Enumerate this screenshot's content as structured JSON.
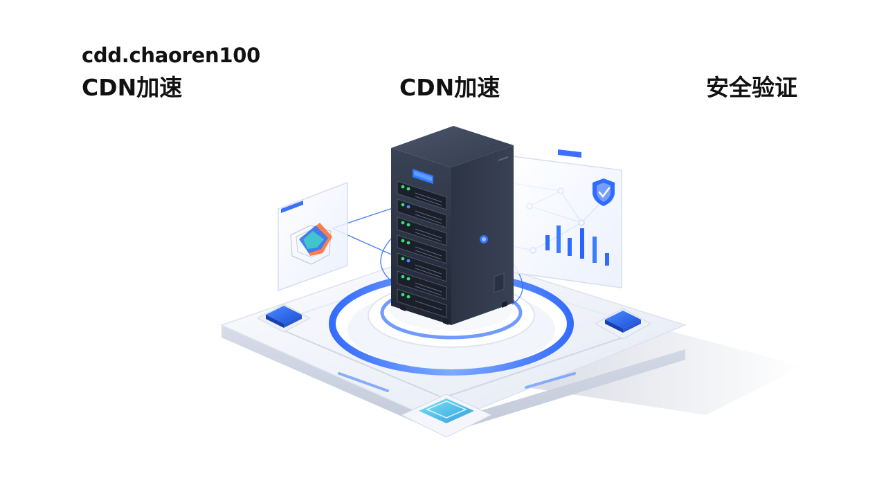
{
  "header": {
    "site_name": "cdd.chaoren100",
    "title_left": "CDN加速",
    "title_center": "CDN加速",
    "title_right": "安全验证"
  },
  "illustration": {
    "subject": "server-rack-icon",
    "panels": [
      "radar-chart-icon",
      "bar-chart-icon",
      "shield-icon"
    ],
    "accent_color": "#2f6bff",
    "server_color": "#2a3140",
    "platform_color": "#eef1f7"
  }
}
